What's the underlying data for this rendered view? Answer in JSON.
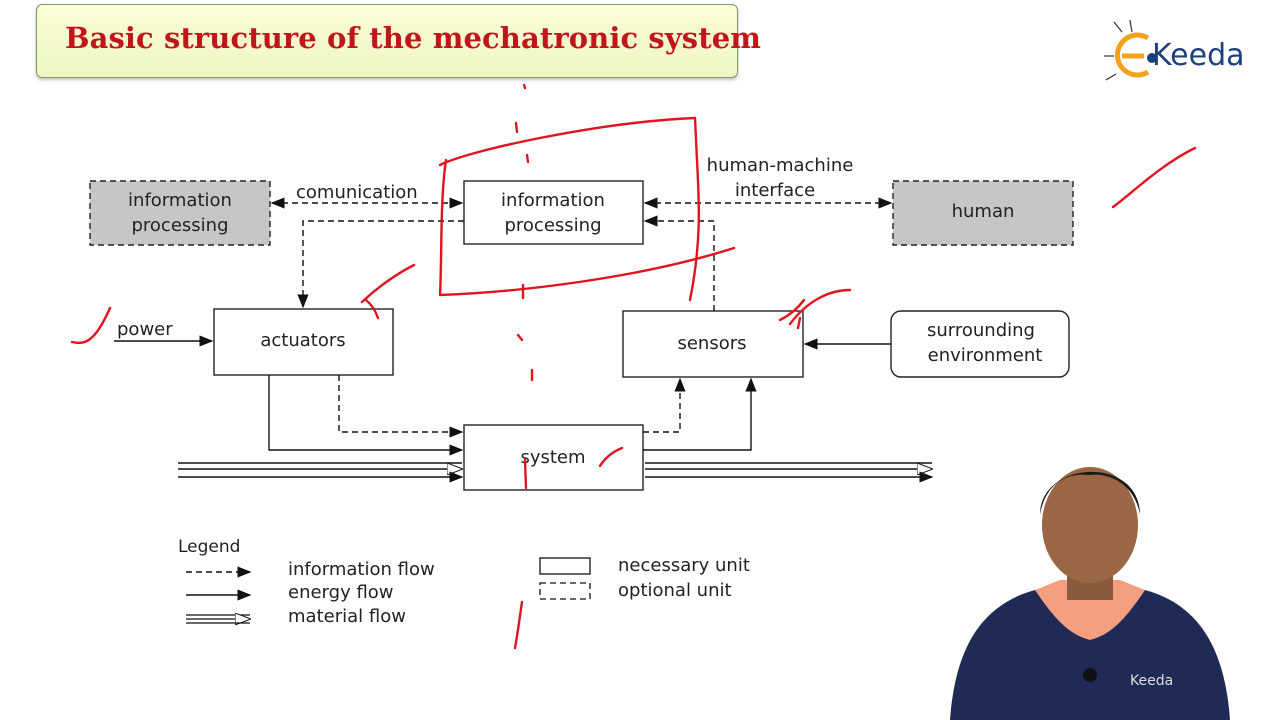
{
  "slide": {
    "title": "Basic structure of the mechatronic system"
  },
  "logo": {
    "text": "Keeda",
    "icon": "e-letter-bug-logo",
    "brand_color": "#1d3f80",
    "accent": "#f4a21e"
  },
  "diagram": {
    "units": {
      "info_left_1": "information",
      "info_left_2": "processing",
      "info_center_1": "information",
      "info_center_2": "processing",
      "human": "human",
      "actuators": "actuators",
      "sensors": "sensors",
      "env_1": "surrounding",
      "env_2": "environment",
      "system": "system"
    },
    "labels": {
      "communication": "comunication",
      "hmi_1": "human-machine",
      "hmi_2": "interface",
      "power": "power"
    },
    "legend": {
      "title": "Legend",
      "information_flow": "information flow",
      "energy_flow": "energy flow",
      "material_flow": "material flow",
      "necessary_unit": "necessary unit",
      "optional_unit": "optional unit"
    },
    "colors": {
      "optional_fill": "#c6c6c6",
      "annotation": "#e0141e"
    }
  },
  "presenter": {
    "shirt_logo": "Keeda"
  }
}
